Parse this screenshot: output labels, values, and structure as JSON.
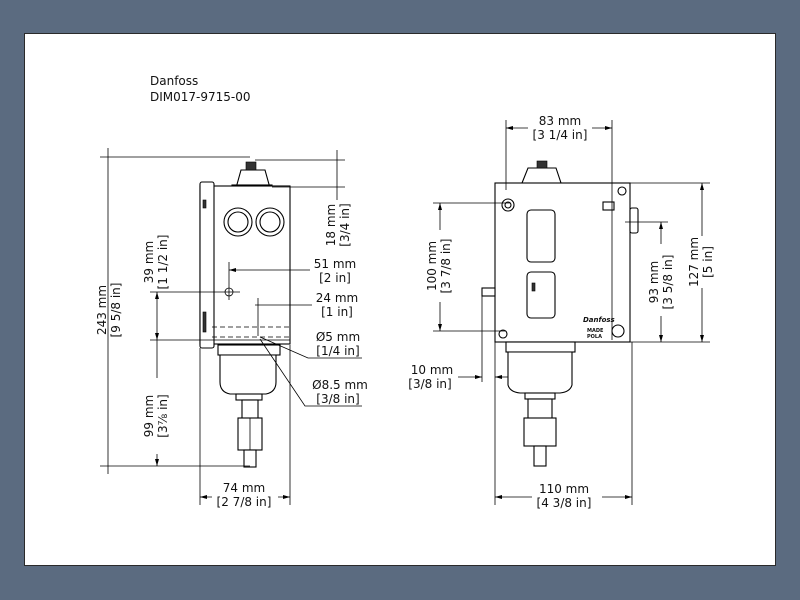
{
  "header": {
    "brand": "Danfoss",
    "drawing_id": "DIM017-9715-00"
  },
  "side_view": {
    "overall_height": {
      "mm": "243 mm",
      "in": "[9 5/8 in]"
    },
    "cap_height": {
      "mm": "18 mm",
      "in": "[3/4 in]"
    },
    "hole_offset": {
      "mm": "39 mm",
      "in": "[1 1/2 in]"
    },
    "lower_height": {
      "mm": "99 mm",
      "in": "[3⅞ in]"
    },
    "hole_depth_51": {
      "mm": "51 mm",
      "in": "[2 in]"
    },
    "hole_depth_24": {
      "mm": "24 mm",
      "in": "[1 in]"
    },
    "hole_dia_5": {
      "mm": "Ø5 mm",
      "in": "[1/4 in]"
    },
    "hole_dia_8_5": {
      "mm": "Ø8.5 mm",
      "in": "[3/8 in]"
    },
    "width": {
      "mm": "74 mm",
      "in": "[2 7/8 in]"
    }
  },
  "front_view": {
    "top_width": {
      "mm": "83 mm",
      "in": "[3 1/4 in]"
    },
    "mount_spacing": {
      "mm": "100 mm",
      "in": "[3 7/8 in]"
    },
    "gland_height": {
      "mm": "93 mm",
      "in": "[3 5/8 in]"
    },
    "body_height": {
      "mm": "127 mm",
      "in": "[5 in]"
    },
    "bracket_offset": {
      "mm": "10 mm",
      "in": "[3/8 in]"
    },
    "width": {
      "mm": "110 mm",
      "in": "[4 3/8 in]"
    },
    "label_text": [
      "MADE",
      "POLA"
    ]
  },
  "colors": {
    "background": "#5b6b80",
    "sheet": "#ffffff"
  }
}
